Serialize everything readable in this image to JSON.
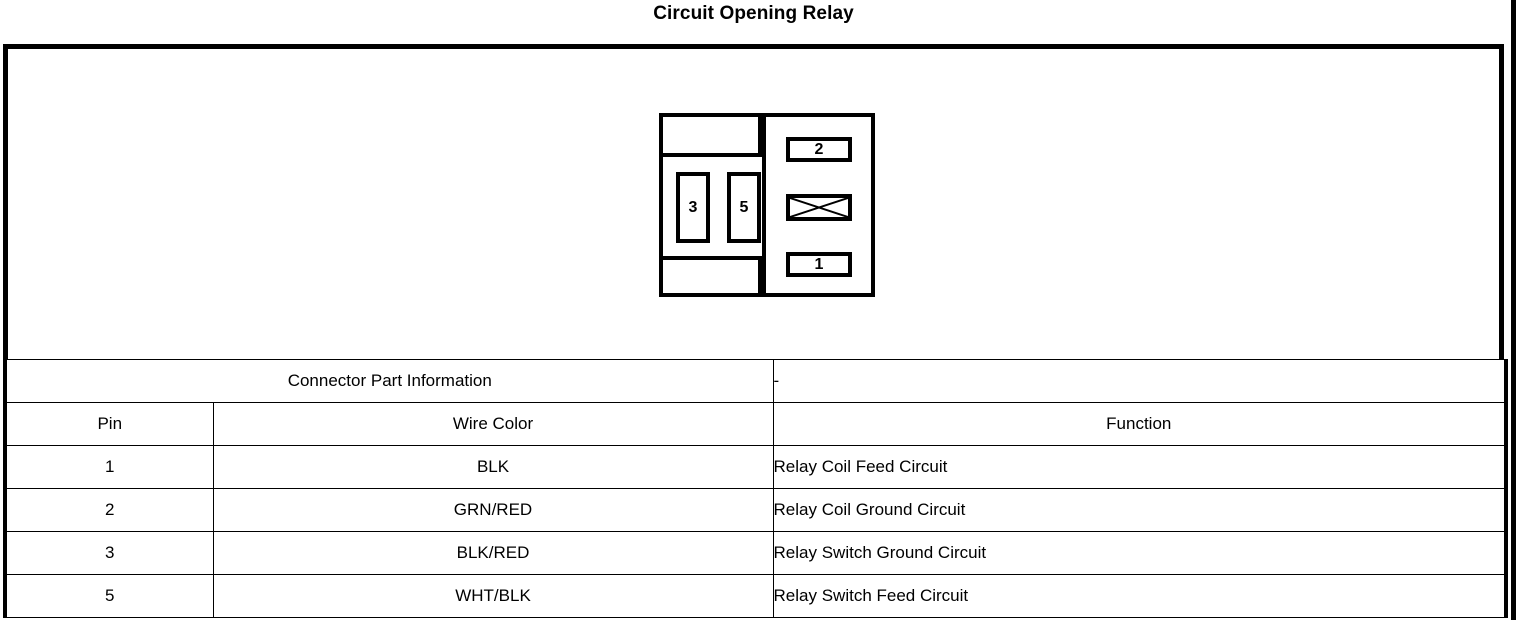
{
  "page": {
    "title": "Circuit Opening Relay"
  },
  "connector_diagram": {
    "name": "relay-connector-face-view",
    "terminals": [
      {
        "id": "terminal-3",
        "label": "3"
      },
      {
        "id": "terminal-5",
        "label": "5"
      },
      {
        "id": "terminal-2",
        "label": "2"
      },
      {
        "id": "terminal-1",
        "label": "1"
      }
    ],
    "crossed_cavity_icon": "crossed-box-icon"
  },
  "table": {
    "part_info": {
      "label": "Connector Part Information",
      "value": "-"
    },
    "columns": {
      "pin": "Pin",
      "wire_color": "Wire Color",
      "function": "Function"
    },
    "rows": [
      {
        "pin": "1",
        "wire_color": "BLK",
        "function": "Relay Coil Feed Circuit"
      },
      {
        "pin": "2",
        "wire_color": "GRN/RED",
        "function": "Relay Coil Ground Circuit"
      },
      {
        "pin": "3",
        "wire_color": "BLK/RED",
        "function": "Relay Switch Ground Circuit"
      },
      {
        "pin": "5",
        "wire_color": "WHT/BLK",
        "function": "Relay Switch Feed Circuit"
      }
    ]
  },
  "colors": {
    "ink": "#000000",
    "paper": "#ffffff"
  }
}
